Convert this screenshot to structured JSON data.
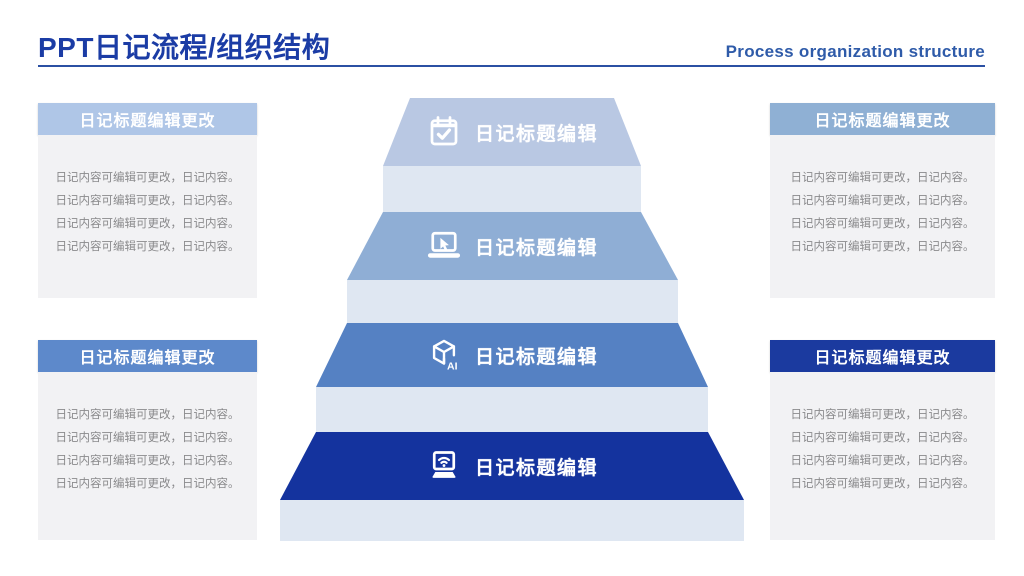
{
  "slide": {
    "title": "PPT日记流程/组织结构",
    "subtitle": "Process organization structure",
    "colors": {
      "title": "#1B3CA5",
      "subtitle": "#2F5BA9",
      "rule": "#2B50A3",
      "step_face": "#DFE7F2",
      "panel_body_bg": "#F2F2F4",
      "panel_text": "#8A8A8C"
    }
  },
  "pyramid": {
    "levels": [
      {
        "label": "日记标题编辑",
        "icon": "calendar-check-icon",
        "color": "#B9C8E3"
      },
      {
        "label": "日记标题编辑",
        "icon": "laptop-cursor-icon",
        "color": "#8FAED5"
      },
      {
        "label": "日记标题编辑",
        "icon": "cube-ai-icon",
        "color": "#5581C3"
      },
      {
        "label": "日记标题编辑",
        "icon": "laptop-wifi-icon",
        "color": "#14339E"
      }
    ]
  },
  "panels": [
    {
      "position": "top-left",
      "title": "日记标题编辑更改",
      "header_color": "#AFC6E7",
      "lines": [
        "日记内容可编辑可更改，日记内容。",
        "日记内容可编辑可更改，日记内容。",
        "日记内容可编辑可更改，日记内容。",
        "日记内容可编辑可更改，日记内容。"
      ]
    },
    {
      "position": "top-right",
      "title": "日记标题编辑更改",
      "header_color": "#8FB0D4",
      "lines": [
        "日记内容可编辑可更改，日记内容。",
        "日记内容可编辑可更改，日记内容。",
        "日记内容可编辑可更改，日记内容。",
        "日记内容可编辑可更改，日记内容。"
      ]
    },
    {
      "position": "bottom-left",
      "title": "日记标题编辑更改",
      "header_color": "#5D89CB",
      "lines": [
        "日记内容可编辑可更改，日记内容。",
        "日记内容可编辑可更改，日记内容。",
        "日记内容可编辑可更改，日记内容。",
        "日记内容可编辑可更改，日记内容。"
      ]
    },
    {
      "position": "bottom-right",
      "title": "日记标题编辑更改",
      "header_color": "#1B3A9F",
      "lines": [
        "日记内容可编辑可更改，日记内容。",
        "日记内容可编辑可更改，日记内容。",
        "日记内容可编辑可更改，日记内容。",
        "日记内容可编辑可更改，日记内容。"
      ]
    }
  ]
}
